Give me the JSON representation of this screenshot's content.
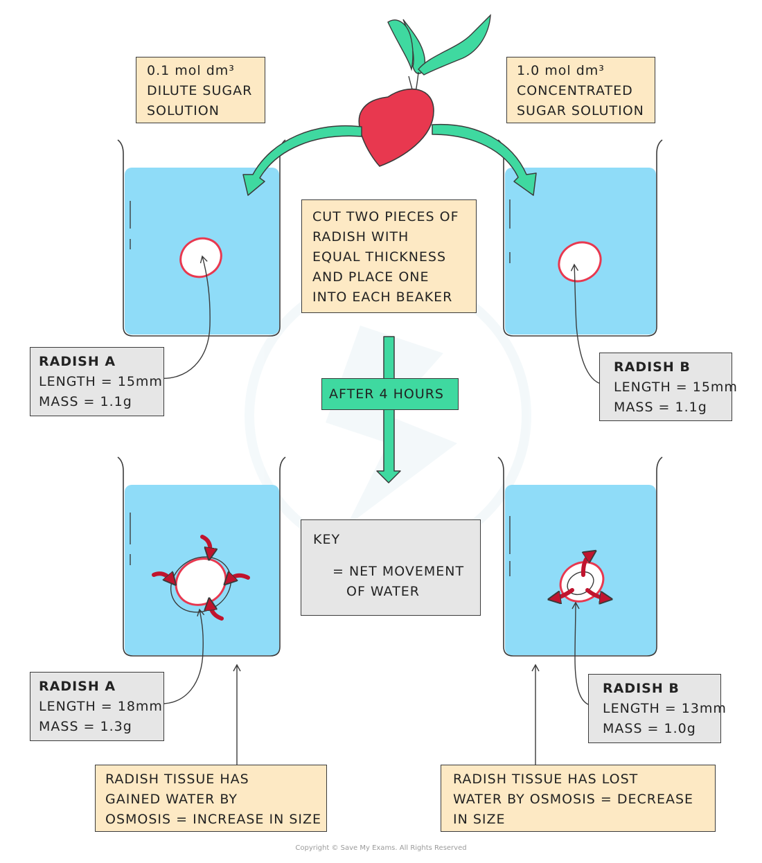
{
  "colors": {
    "water": "#8fdcf8",
    "note_tan": "#fde9c4",
    "note_grey": "#e6e6e6",
    "green": "#3fd9a0",
    "radish_red": "#e8384f",
    "arrow_red": "#c0142e",
    "outline": "#3a3a3a"
  },
  "icons": {
    "radish": "radish-icon",
    "water_arrow": "red-curved-arrow-icon"
  },
  "solutions": {
    "dilute": [
      "0.1 mol dm³",
      "DILUTE  SUGAR",
      "SOLUTION"
    ],
    "concentrated": [
      "1.0 mol dm³",
      "CONCENTRATED",
      "SUGAR  SOLUTION"
    ]
  },
  "instruction": [
    "CUT  TWO  PIECES  OF",
    "RADISH  WITH",
    "EQUAL  THICKNESS",
    "AND  PLACE  ONE",
    "INTO  EACH  BEAKER"
  ],
  "time_label": "AFTER  4  HOURS",
  "before": {
    "a": {
      "name": "RADISH  A",
      "length": "LENGTH = 15mm",
      "mass": "MASS = 1.1g"
    },
    "b": {
      "name": "RADISH  B",
      "length": "LENGTH = 15mm",
      "mass": "MASS = 1.1g"
    }
  },
  "after": {
    "a": {
      "name": "RADISH  A",
      "length": "LENGTH = 18mm",
      "mass": "MASS = 1.3g"
    },
    "b": {
      "name": "RADISH  B",
      "length": "LENGTH = 13mm",
      "mass": "MASS = 1.0g"
    }
  },
  "key": {
    "title": "KEY",
    "line1": "= NET  MOVEMENT",
    "line2": "OF  WATER"
  },
  "conclusions": {
    "a": [
      "RADISH  TISSUE  HAS",
      "GAINED  WATER  BY",
      "OSMOSIS = INCREASE  IN  SIZE"
    ],
    "b": [
      "RADISH  TISSUE  HAS  LOST",
      "WATER  BY  OSMOSIS = DECREASE",
      "IN  SIZE"
    ]
  },
  "copyright": "Copyright © Save My Exams. All Rights Reserved"
}
